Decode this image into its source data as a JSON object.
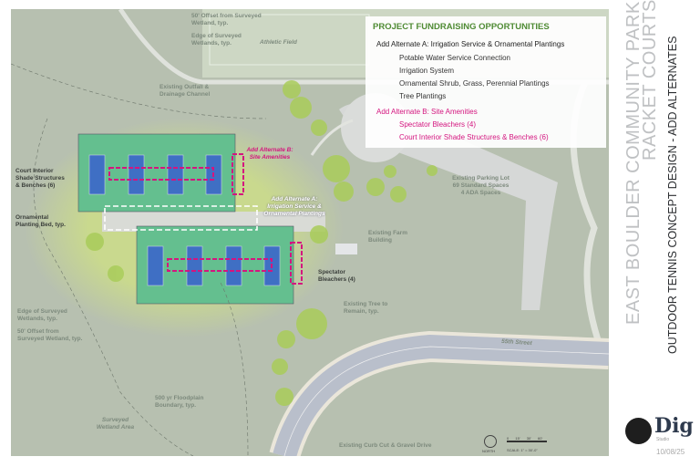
{
  "legend": {
    "title": "PROJECT FUNDRAISING OPPORTUNITIES",
    "alt_a": {
      "heading": "Add Alternate A: Irrigation Service & Ornamental Plantings",
      "items": [
        "Potable Water Service Connection",
        "Irrigation System",
        "Ornamental Shrub, Grass, Perennial Plantings",
        "Tree Plantings"
      ]
    },
    "alt_b": {
      "heading": "Add Alternate B: Site Amenities",
      "items": [
        "Spectator Bleachers (4)",
        "Court Interior Shade Structures & Benches (6)"
      ]
    },
    "colors": {
      "title": "#4f8b34",
      "alt_b": "#d4157f"
    }
  },
  "titles": {
    "park": "EAST BOULDER COMMUNITY PARK",
    "project": "RACKET COURTS",
    "subtitle": "OUTDOOR TENNIS CONCEPT DESIGN - ADD ALTERNATES"
  },
  "logo": {
    "name": "Dig",
    "sub": "Studio"
  },
  "date": "10/08/25",
  "north": "NORTH",
  "scale": {
    "ticks": [
      "0",
      "15'",
      "30'",
      "60'"
    ],
    "text": "SCALE: 1\" = 30'-0\""
  },
  "labels": {
    "offset_top": "50' Offset from Surveyed Wetland, typ.",
    "edge_top": "Edge of Surveyed Wetlands, typ.",
    "athletic": "Athletic Field",
    "outfall": "Existing Outfall & Drainage Channel",
    "alt_b": "Add Alternate B: Site Amenities",
    "shade": "Court Interior Shade Structures & Benches (6)",
    "alt_a": "Add Alternate A: Irrigation Service & Ornamental Plantings",
    "planting": "Ornamental Planting Bed, typ.",
    "parking": "Existing Parking Lot 69 Standard Spaces 4 ADA Spaces",
    "farm": "Existing Farm Building",
    "bleachers": "Spectator Bleachers (4)",
    "tree": "Existing Tree to Remain, typ.",
    "edge_bottom": "Edge of Surveyed Wetlands, typ.",
    "offset_bottom": "50' Offset from Surveyed Wetland, typ.",
    "street": "55th Street",
    "floodplain": "500 yr Floodplain Boundary, typ.",
    "wetland_area": "Surveyed Wetland Area",
    "curb": "Existing Curb Cut & Gravel Drive"
  }
}
